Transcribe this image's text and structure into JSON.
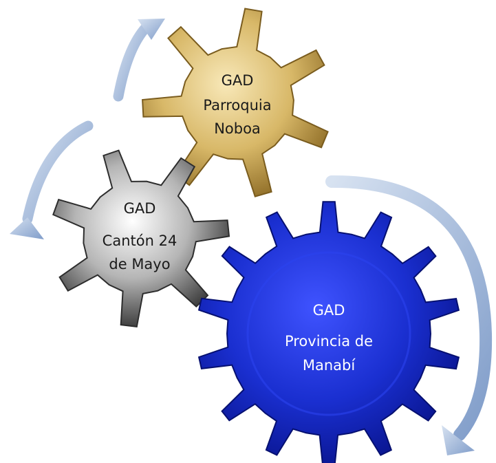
{
  "gears": [
    {
      "id": "parroquia",
      "lines": [
        "GAD",
        "Parroquia",
        "Noboa"
      ],
      "color": "#c9a85a"
    },
    {
      "id": "canton",
      "lines": [
        "GAD",
        "Cantón 24",
        "de Mayo"
      ],
      "color": "#9b9b9b"
    },
    {
      "id": "provincia",
      "lines": [
        "GAD",
        "Provincia de",
        "Manabí"
      ],
      "color": "#1a2fcf"
    }
  ],
  "arrows": {
    "color": "#9fb4d6"
  }
}
